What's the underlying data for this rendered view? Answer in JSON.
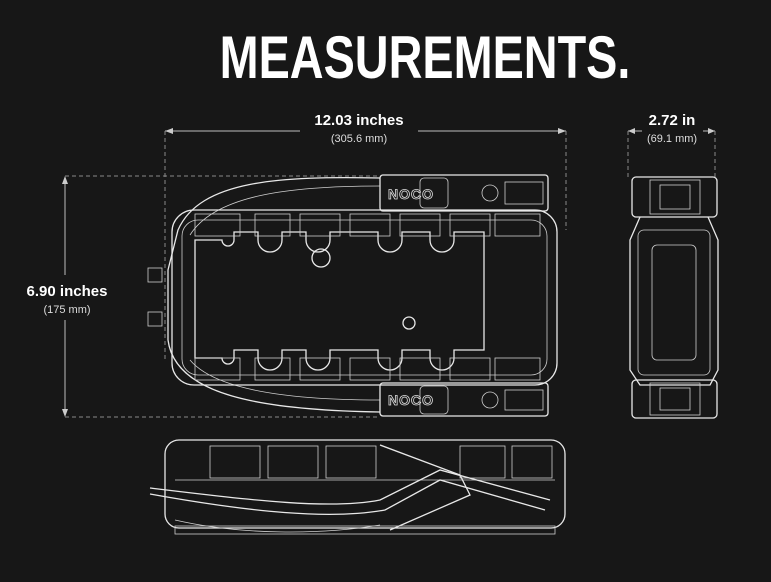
{
  "title": "MEASUREMENTS.",
  "dimensions": {
    "length": {
      "primary": "12.03 inches",
      "secondary": "(305.6 mm)"
    },
    "depth": {
      "primary": "2.72 in",
      "secondary": "(69.1 mm)"
    },
    "height": {
      "primary": "6.90 inches",
      "secondary": "(175 mm)"
    }
  },
  "product": {
    "brand_mark_top": "NOCO",
    "brand_mark_bottom": "NOCO"
  },
  "colors": {
    "background": "#171717",
    "line": "#e8e8e8"
  }
}
